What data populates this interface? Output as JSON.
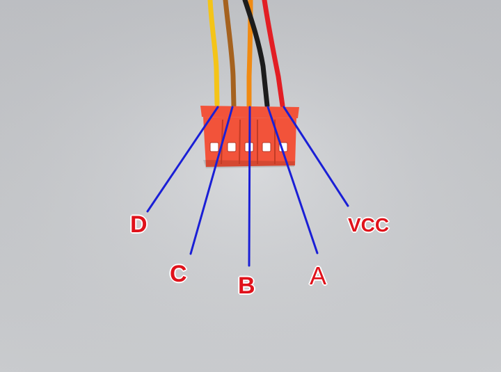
{
  "colors": {
    "background_top": "#c9cbcf",
    "background_bottom": "#d6d8db",
    "connector": "#f2533a",
    "leader_line": "#1a1fd6",
    "label": "#e0121b"
  },
  "wires": [
    {
      "name": "yellow",
      "color": "#f4c418"
    },
    {
      "name": "brown",
      "color": "#a5621f"
    },
    {
      "name": "orange",
      "color": "#f08a12"
    },
    {
      "name": "black",
      "color": "#1c1c1c"
    },
    {
      "name": "red",
      "color": "#e21e24"
    }
  ],
  "pin_labels": {
    "d": "D",
    "c": "C",
    "b": "B",
    "a": "A",
    "vcc": "VCC"
  }
}
